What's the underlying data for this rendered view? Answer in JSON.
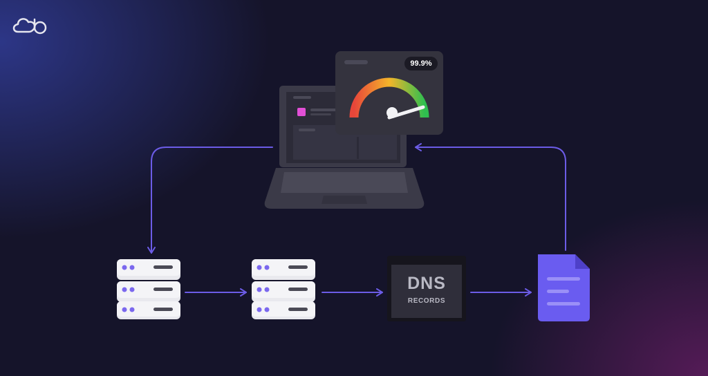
{
  "gauge": {
    "value_label": "99.9%"
  },
  "dns_box": {
    "title": "DNS",
    "subtitle": "RECORDS"
  },
  "colors": {
    "arrow": "#6c5ce7",
    "document": "#6a5cf0",
    "gauge_red": "#e8463a",
    "gauge_yellow": "#f4b52a",
    "gauge_green": "#2fbf4f",
    "server_indicator": "#7b68ee"
  },
  "icons": [
    "cloud-logo-icon",
    "laptop-icon",
    "gauge-icon",
    "server-icon",
    "dns-records-icon",
    "document-icon"
  ]
}
